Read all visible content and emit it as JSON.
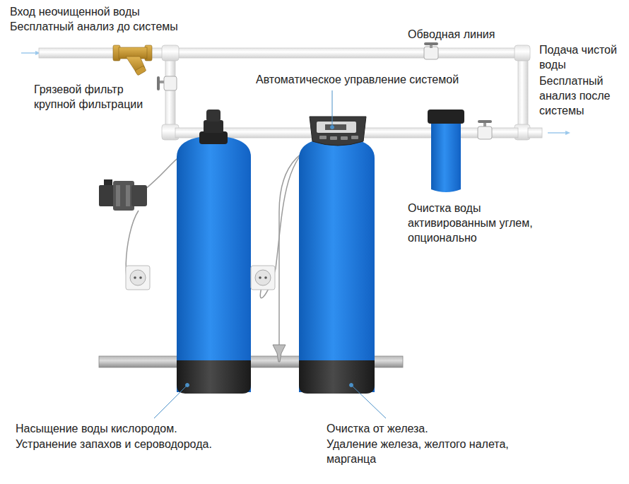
{
  "diagram": {
    "labels": [
      "Вход неочищенной воды",
      "Бесплатный анализ до системы",
      "Обводная линия",
      "Подача чистой воды",
      "Бесплатный анализ после системы",
      "Грязевой фильтр крупной фильтрации",
      "Автоматическое управление системой",
      "Очистка воды активированным углем, опционально",
      "Насыщение воды кислородом.",
      "Устранение запахов и сероводорода.",
      "Очистка от железа.",
      "Удаление железа, желтого налета, марганца"
    ]
  }
}
